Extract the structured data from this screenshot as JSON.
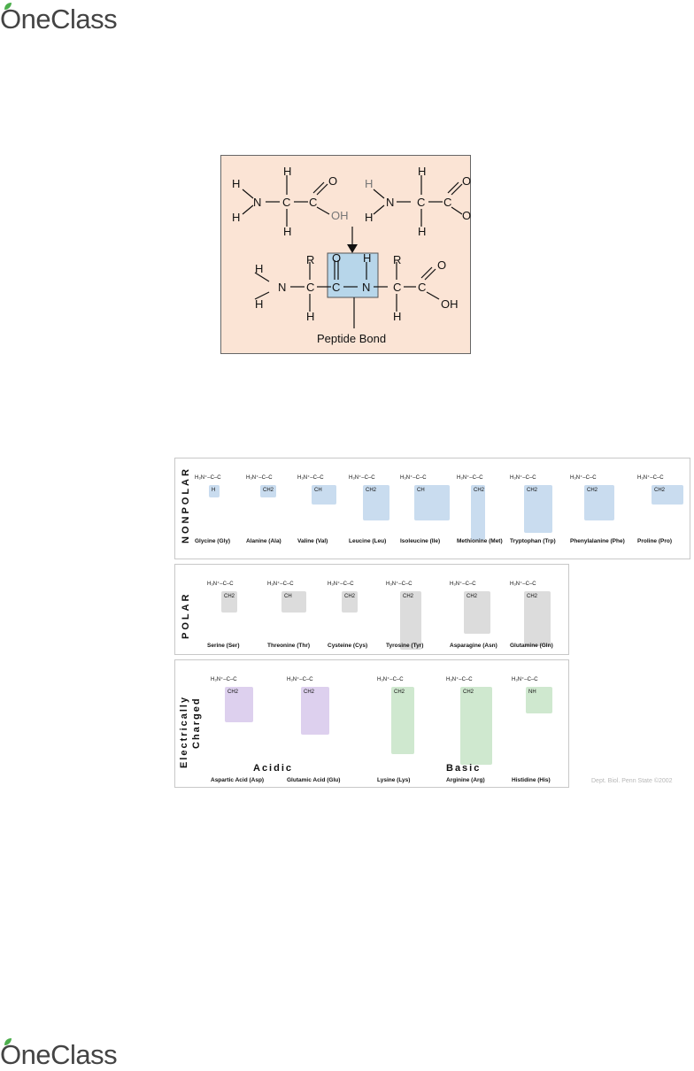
{
  "brand": {
    "name": "OneClass"
  },
  "peptide_figure": {
    "caption": "Peptide Bond",
    "atoms": {
      "H": "H",
      "N": "N",
      "C": "C",
      "O": "O",
      "OH": "OH",
      "R": "R"
    }
  },
  "amino_acids": {
    "nonpolar": {
      "label": "NONPOLAR",
      "items": [
        {
          "name": "Glycine (Gly)",
          "side_chain": "H"
        },
        {
          "name": "Alanine (Ala)",
          "side_chain": "CH2"
        },
        {
          "name": "Valine (Val)",
          "side_chain": "CH"
        },
        {
          "name": "Leucine (Leu)",
          "side_chain": "CH2"
        },
        {
          "name": "Isoleucine (Ile)",
          "side_chain": "CH"
        },
        {
          "name": "Methionine (Met)",
          "side_chain": "CH2"
        },
        {
          "name": "Tryptophan (Trp)",
          "side_chain": "CH2"
        },
        {
          "name": "Phenylalanine (Phe)",
          "side_chain": "CH2"
        },
        {
          "name": "Proline (Pro)",
          "side_chain": "CH2"
        }
      ]
    },
    "polar": {
      "label": "POLAR",
      "items": [
        {
          "name": "Serine (Ser)",
          "side_chain": "CH2"
        },
        {
          "name": "Threonine (Thr)",
          "side_chain": "CH"
        },
        {
          "name": "Cysteine (Cys)",
          "side_chain": "CH2"
        },
        {
          "name": "Tyrosine (Tyr)",
          "side_chain": "CH2"
        },
        {
          "name": "Asparagine (Asn)",
          "side_chain": "CH2"
        },
        {
          "name": "Glutamine (Gln)",
          "side_chain": "CH2"
        }
      ]
    },
    "charged": {
      "label_line1": "Electrically",
      "label_line2": "Charged",
      "acidic_label": "Acidic",
      "basic_label": "Basic",
      "items": [
        {
          "name": "Aspartic Acid (Asp)",
          "side_chain": "CH2"
        },
        {
          "name": "Glutamic Acid (Glu)",
          "side_chain": "CH2"
        },
        {
          "name": "Lysine (Lys)",
          "side_chain": "CH2"
        },
        {
          "name": "Arginine (Arg)",
          "side_chain": "CH2"
        },
        {
          "name": "Histidine (His)",
          "side_chain": "NH"
        }
      ]
    },
    "credit": "Dept. Biol. Penn State ©2002"
  }
}
